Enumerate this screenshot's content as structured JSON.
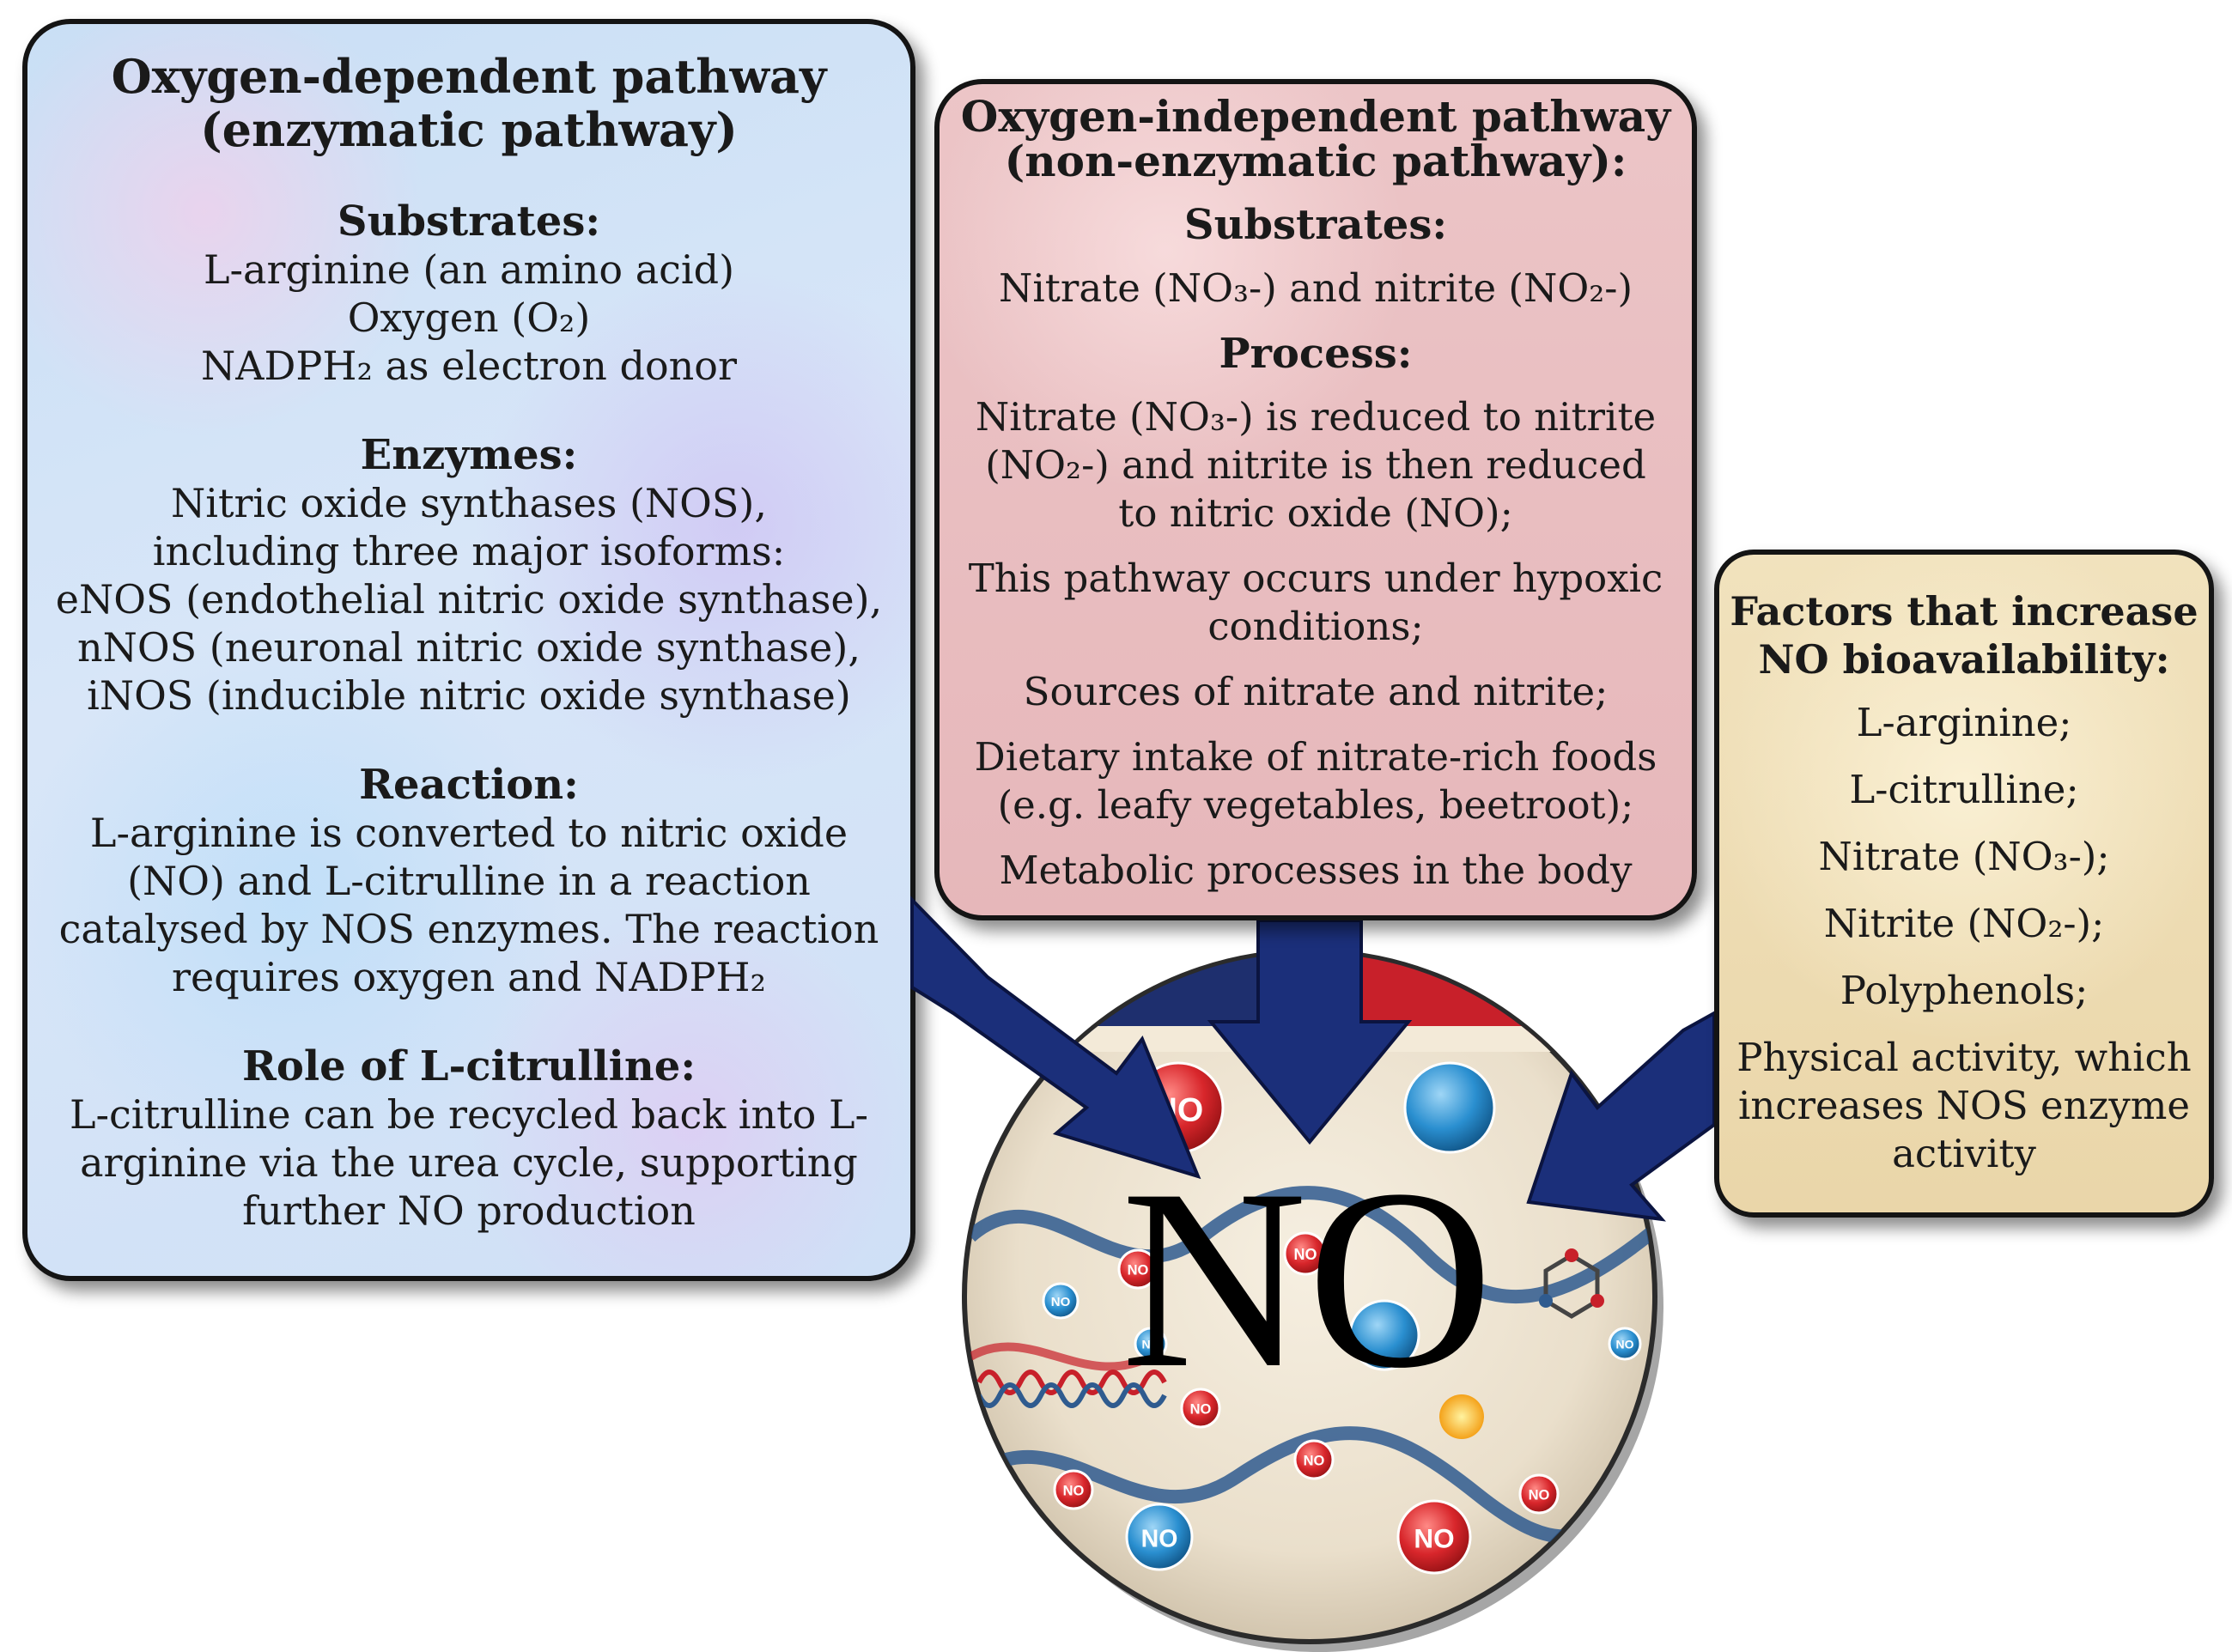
{
  "left_panel": {
    "title_line1": "Oxygen-dependent pathway",
    "title_line2": "(enzymatic pathway)",
    "substrates_heading": "Substrates:",
    "substrates": [
      "L-arginine (an amino acid)",
      "Oxygen (O₂)",
      "NADPH₂ as electron donor"
    ],
    "enzymes_heading": "Enzymes:",
    "enzymes": [
      "Nitric oxide synthases (NOS),",
      "including three major isoforms:",
      "eNOS (endothelial nitric oxide synthase),",
      "nNOS (neuronal nitric oxide synthase),",
      "iNOS (inducible nitric oxide synthase)"
    ],
    "reaction_heading": "Reaction:",
    "reaction": [
      "L-arginine is converted to nitric oxide",
      "(NO) and L-citrulline in a reaction",
      "catalysed by NOS enzymes. The reaction",
      "requires oxygen and NADPH₂"
    ],
    "role_heading": "Role of L-citrulline:",
    "role": [
      "L-citrulline can be recycled back into L-",
      "arginine via the urea cycle, supporting",
      "further NO production"
    ]
  },
  "middle_panel": {
    "title_line1": "Oxygen-independent pathway",
    "title_line2": "(non-enzymatic pathway):",
    "substrates_heading": "Substrates:",
    "substrates": "Nitrate (NO₃-) and nitrite (NO₂-)",
    "process_heading": "Process:",
    "process_1": [
      "Nitrate (NO₃-) is reduced to nitrite",
      "(NO₂-) and nitrite is then reduced",
      "to nitric oxide (NO);"
    ],
    "process_2": [
      "This pathway occurs under hypoxic",
      "conditions;"
    ],
    "process_3": "Sources of nitrate and nitrite;",
    "process_4": [
      "Dietary intake of nitrate-rich foods",
      "(e.g. leafy vegetables, beetroot);"
    ],
    "process_5": "Metabolic processes in the body"
  },
  "right_panel": {
    "title_line1": "Factors that increase",
    "title_line2": "NO bioavailability:",
    "items": [
      "L-arginine;",
      "L-citrulline;",
      "Nitrate (NO₃-);",
      "Nitrite (NO₂-);",
      "Polyphenols;"
    ],
    "last_item": [
      "Physical activity, which",
      "increases NOS enzyme",
      "activity"
    ]
  },
  "center": {
    "big_label": "NO",
    "molecule_label": "NO",
    "colors": {
      "arrow": "#1b2f7a",
      "no_molecule": "#d8262b",
      "blue_molecule": "#2a8fd0"
    }
  }
}
